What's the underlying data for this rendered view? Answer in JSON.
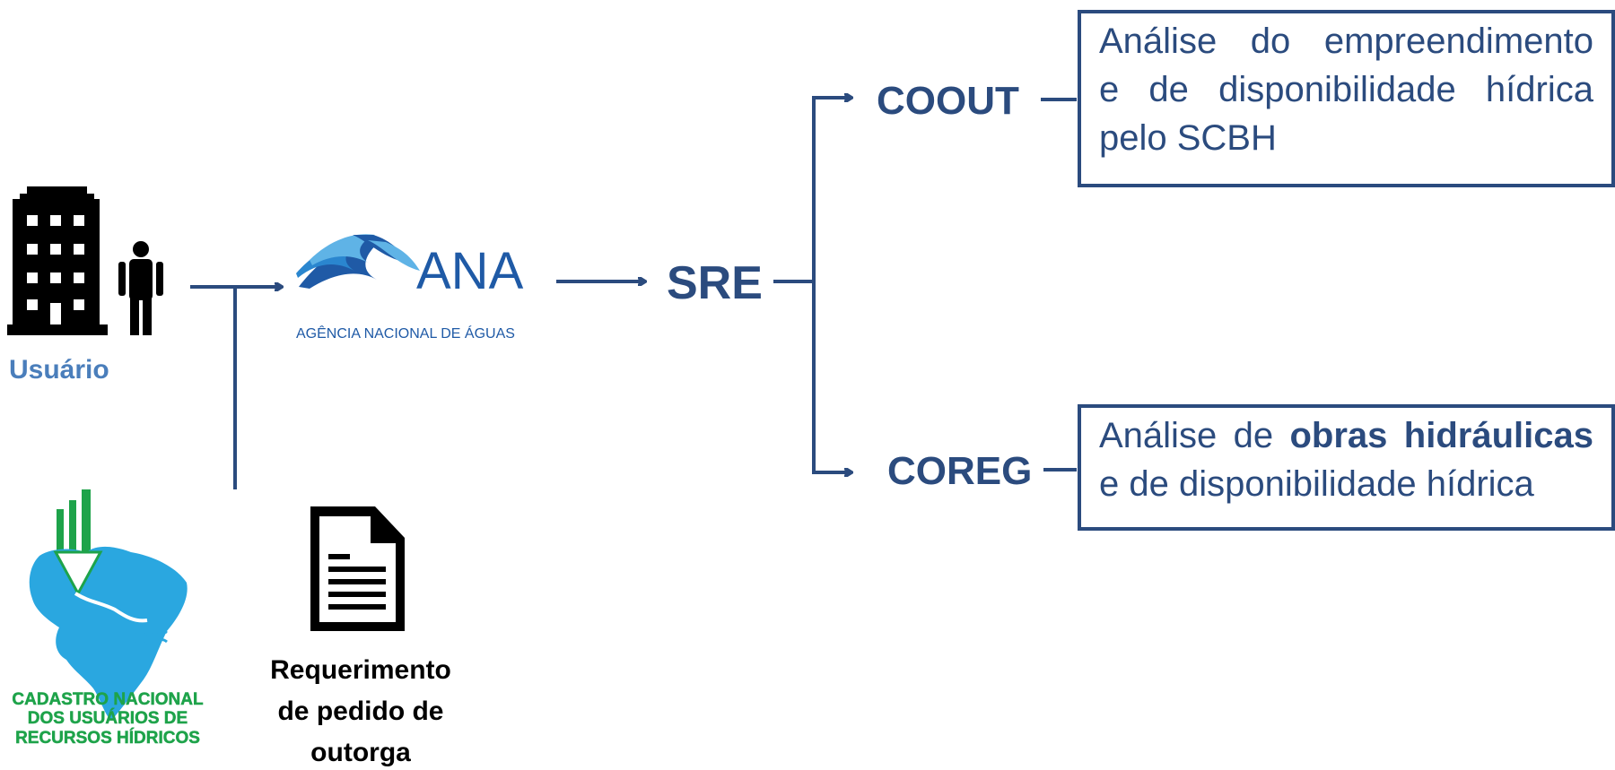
{
  "colors": {
    "primary": "#2b4b7e",
    "user_label": "#4a7ebb",
    "cnarh_green": "#1ea34a",
    "cnarh_blue": "#2aa7e0",
    "ana_dark": "#1f5aa6",
    "ana_light": "#5fb3e6",
    "black": "#000000"
  },
  "user": {
    "label": "Usuário",
    "icons": [
      "building-icon",
      "person-icon"
    ]
  },
  "ana": {
    "name": "ANA",
    "subtitle": "AGÊNCIA NACIONAL DE ÁGUAS"
  },
  "sre": {
    "label": "SRE"
  },
  "coout": {
    "label": "COOUT",
    "description": "Análise do empreendimento e de disponibilidade hídrica pelo SCBH",
    "lines": [
      "Análise do empreendimento",
      "e de disponibilidade hídrica",
      "pelo SCBH"
    ]
  },
  "coreg": {
    "label": "COREG",
    "line1_prefix": "Análise de ",
    "line1_bold": "obras hidráulicas",
    "line2": "e de disponibilidade hídrica"
  },
  "cnarh": {
    "lines": [
      "CADASTRO NACIONAL",
      "DOS USUÁRIOS DE",
      "RECURSOS HÍDRICOS"
    ]
  },
  "document": {
    "icon": "document-icon",
    "lines": [
      "Requerimento",
      "de pedido de",
      "outorga"
    ]
  }
}
